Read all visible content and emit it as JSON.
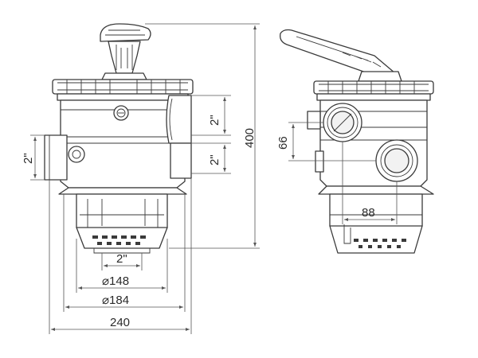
{
  "dimensions": {
    "port_left": "2\"",
    "port_top_right": "2\"",
    "port_mid_right": "2\"",
    "height": "400",
    "bottom_port": "2\"",
    "dia_small": "⌀148",
    "dia_large": "⌀184",
    "width": "240",
    "offset_vertical": "66",
    "offset_horizontal": "88"
  }
}
